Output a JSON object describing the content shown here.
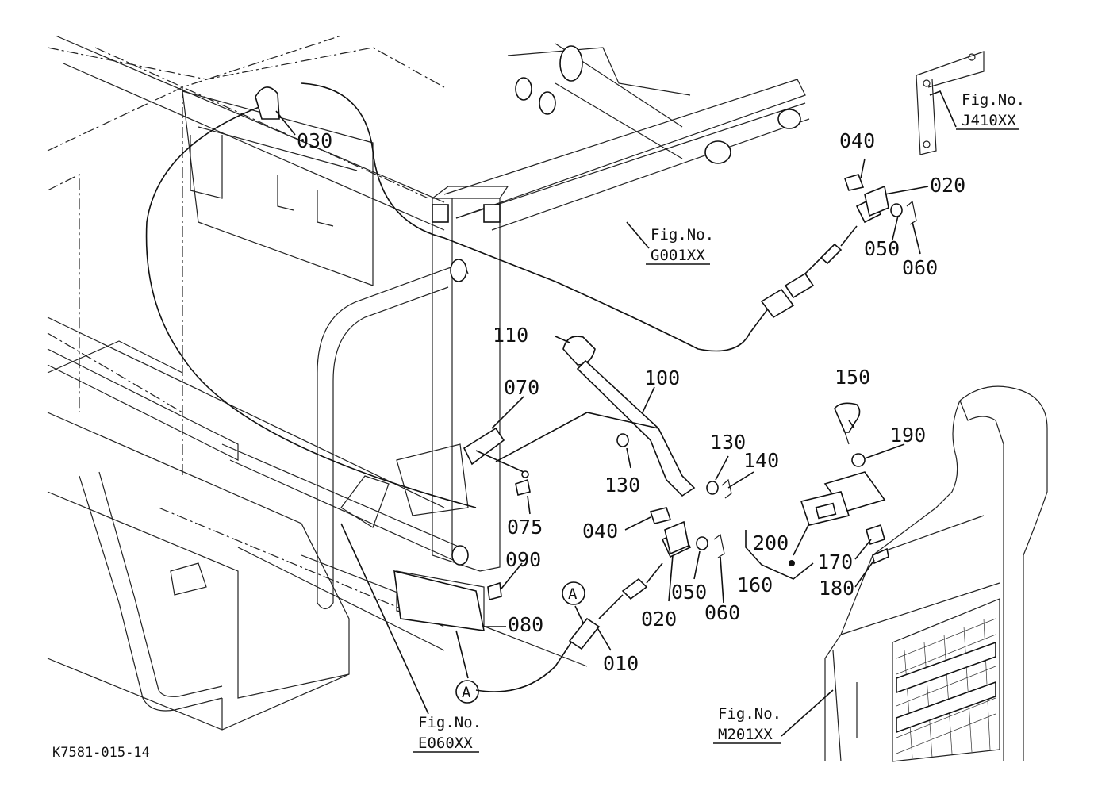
{
  "drawing_code": "K7581-015-14",
  "part_labels": {
    "p010": "010",
    "p020a": "020",
    "p020b": "020",
    "p030": "030",
    "p040a": "040",
    "p040b": "040",
    "p050a": "050",
    "p050b": "050",
    "p060a": "060",
    "p060b": "060",
    "p070": "070",
    "p075": "075",
    "p080": "080",
    "p090": "090",
    "p100": "100",
    "p110": "110",
    "p130a": "130",
    "p130b": "130",
    "p140": "140",
    "p150": "150",
    "p160": "160",
    "p170": "170",
    "p180": "180",
    "p190": "190",
    "p200": "200"
  },
  "figure_refs": {
    "j410": {
      "title": "Fig.No.",
      "code": "J410XX"
    },
    "g001": {
      "title": "Fig.No.",
      "code": "G001XX"
    },
    "e060": {
      "title": "Fig.No.",
      "code": "E060XX"
    },
    "m201": {
      "title": "Fig.No.",
      "code": "M201XX"
    }
  },
  "callouts": {
    "a_top": "A",
    "a_bottom": "A"
  }
}
